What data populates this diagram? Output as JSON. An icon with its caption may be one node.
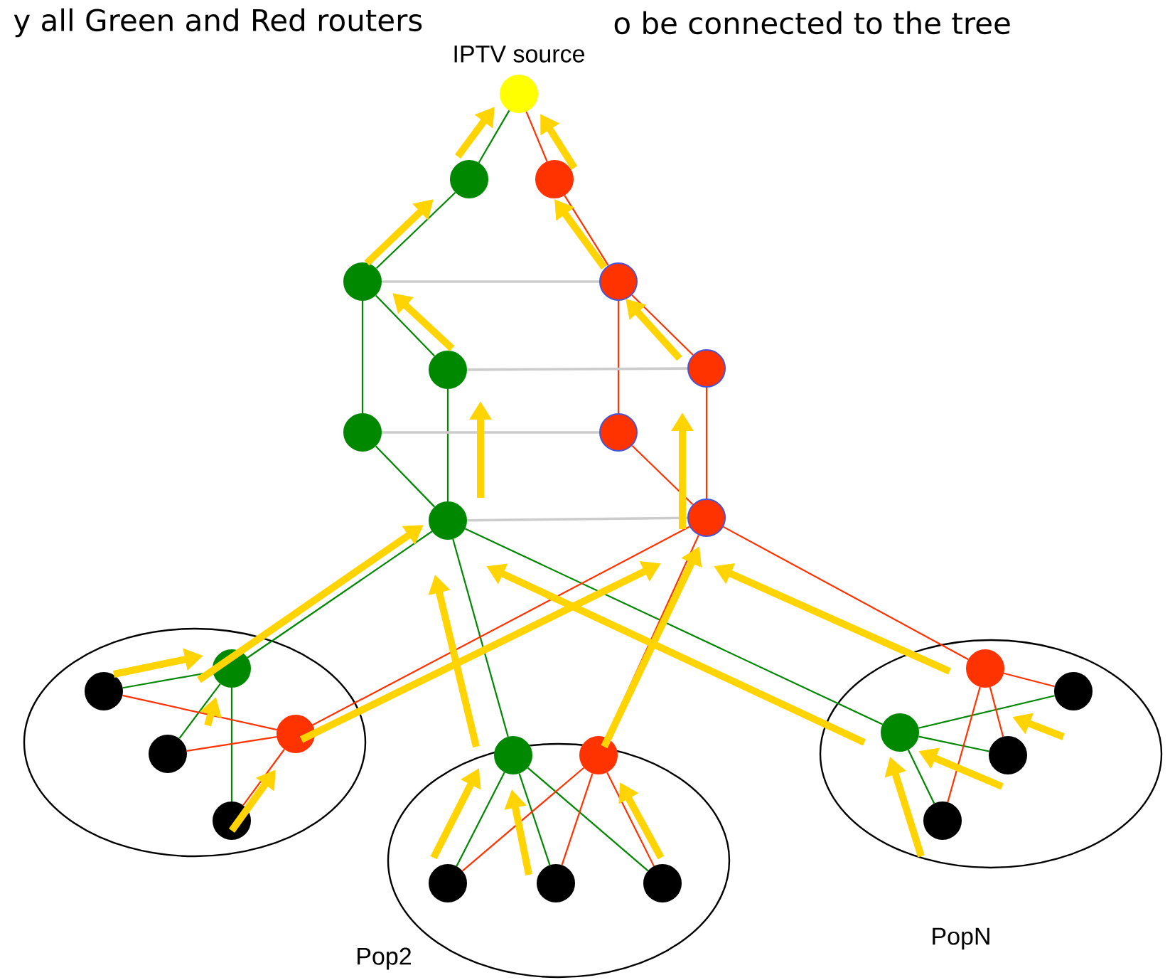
{
  "diagram": {
    "nodes": [
      {
        "text": [
          "IPTV source"
        ]
      },
      {
        "text": [],
        "shape": "circle"
      },
      {
        "text": [],
        "shape": "circle"
      },
      {
        "text": [],
        "shape": "circle"
      },
      {
        "text": [],
        "shape": "circle"
      },
      {
        "text": [],
        "shape": "circle"
      },
      {
        "text": [],
        "shape": "circle"
      },
      {
        "text": [],
        "shape": "circle"
      },
      {
        "text": [],
        "shape": "circle"
      },
      {
        "text": [],
        "shape": "circle"
      },
      {
        "text": [],
        "shape": "circle"
      },
      {
        "text": [],
        "shape": "ellipse"
      },
      {
        "text": [],
        "shape": "circle",
        "in": 11
      },
      {
        "text": [],
        "shape": "circle",
        "in": 11
      },
      {
        "text": [],
        "shape": "circle",
        "in": 11
      },
      {
        "text": [],
        "shape": "circle",
        "in": 11
      },
      {
        "text": [],
        "shape": "circle",
        "in": 11
      },
      {
        "text": [
          "Pop2"
        ]
      },
      {
        "text": [],
        "shape": "circle",
        "in": 17
      },
      {
        "text": [],
        "shape": "circle",
        "in": 17
      },
      {
        "text": [],
        "shape": "circle",
        "in": 17
      },
      {
        "text": [],
        "shape": "circle",
        "in": 17
      },
      {
        "text": [],
        "shape": "circle",
        "in": 17
      },
      {
        "text": [
          "PopN"
        ]
      },
      {
        "text": [],
        "shape": "circle",
        "in": 23
      },
      {
        "text": [],
        "shape": "circle",
        "in": 23
      },
      {
        "text": [],
        "shape": "circle",
        "in": 23
      },
      {
        "text": [],
        "shape": "circle",
        "in": 23
      },
      {
        "text": [],
        "shape": "circle",
        "in": 23
      }
    ],
    "edges": [
      {
        "from": 0,
        "to": 1,
        "arrow": "none",
        "color": "#008800"
      },
      {
        "from": 1,
        "to": 2,
        "arrow": "none",
        "color": "#008800"
      },
      {
        "from": 2,
        "to": 3,
        "arrow": "none",
        "color": "#008800"
      },
      {
        "from": 2,
        "to": 4,
        "arrow": "none",
        "color": "#008800"
      },
      {
        "from": 3,
        "to": 5,
        "arrow": "none",
        "color": "#008800"
      },
      {
        "from": 4,
        "to": 5,
        "arrow": "none",
        "color": "#008800"
      },
      {
        "from": 0,
        "to": 6,
        "arrow": "none",
        "color": "#ff3300"
      },
      {
        "from": 6,
        "to": 7,
        "arrow": "none",
        "color": "#ff3300"
      },
      {
        "from": 7,
        "to": 8,
        "arrow": "none",
        "color": "#ff3300"
      },
      {
        "from": 7,
        "to": 9,
        "arrow": "none",
        "color": "#ff3300"
      },
      {
        "from": 8,
        "to": 10,
        "arrow": "none",
        "color": "#ff3300"
      },
      {
        "from": 9,
        "to": 10,
        "arrow": "none",
        "color": "#ff3300"
      },
      {
        "from": 2,
        "to": 7,
        "arrow": "none",
        "color": "#cccccc"
      },
      {
        "from": 3,
        "to": 8,
        "arrow": "none",
        "color": "#cccccc"
      },
      {
        "from": 4,
        "to": 9,
        "arrow": "none",
        "color": "#cccccc"
      },
      {
        "from": 5,
        "to": 10,
        "arrow": "none",
        "color": "#cccccc"
      },
      {
        "from": 5,
        "to": 12,
        "arrow": "none",
        "color": "#008800"
      },
      {
        "from": 5,
        "to": 18,
        "arrow": "none",
        "color": "#008800"
      },
      {
        "from": 5,
        "to": 25,
        "arrow": "none",
        "color": "#008800"
      },
      {
        "from": 10,
        "to": 13,
        "arrow": "none",
        "color": "#ff3300"
      },
      {
        "from": 10,
        "to": 19,
        "arrow": "none",
        "color": "#ff3300"
      },
      {
        "from": 10,
        "to": 24,
        "arrow": "none",
        "color": "#ff3300"
      },
      {
        "from": 12,
        "to": 14,
        "arrow": "none",
        "color": "#008800"
      },
      {
        "from": 12,
        "to": 15,
        "arrow": "none",
        "color": "#008800"
      },
      {
        "from": 12,
        "to": 16,
        "arrow": "none",
        "color": "#008800"
      },
      {
        "from": 13,
        "to": 14,
        "arrow": "none",
        "color": "#ff3300"
      },
      {
        "from": 13,
        "to": 15,
        "arrow": "none",
        "color": "#ff3300"
      },
      {
        "from": 13,
        "to": 16,
        "arrow": "none",
        "color": "#ff3300"
      },
      {
        "from": 18,
        "to": 20,
        "arrow": "none",
        "color": "#008800"
      },
      {
        "from": 18,
        "to": 21,
        "arrow": "none",
        "color": "#008800"
      },
      {
        "from": 18,
        "to": 22,
        "arrow": "none",
        "color": "#008800"
      },
      {
        "from": 19,
        "to": 20,
        "arrow": "none",
        "color": "#ff3300"
      },
      {
        "from": 19,
        "to": 21,
        "arrow": "none",
        "color": "#ff3300"
      },
      {
        "from": 19,
        "to": 22,
        "arrow": "none",
        "color": "#ff3300"
      },
      {
        "from": 25,
        "to": 26,
        "arrow": "none",
        "color": "#008800"
      },
      {
        "from": 25,
        "to": 27,
        "arrow": "none",
        "color": "#008800"
      },
      {
        "from": 25,
        "to": 28,
        "arrow": "none",
        "color": "#008800"
      },
      {
        "from": 24,
        "to": 26,
        "arrow": "none",
        "color": "#ff3300"
      },
      {
        "from": 24,
        "to": 27,
        "arrow": "none",
        "color": "#ff3300"
      },
      {
        "from": 24,
        "to": 28,
        "arrow": "none",
        "color": "#ff3300"
      }
    ],
    "labels": [
      "y all Green and Red routers",
      "o be connected to the tree"
    ]
  }
}
